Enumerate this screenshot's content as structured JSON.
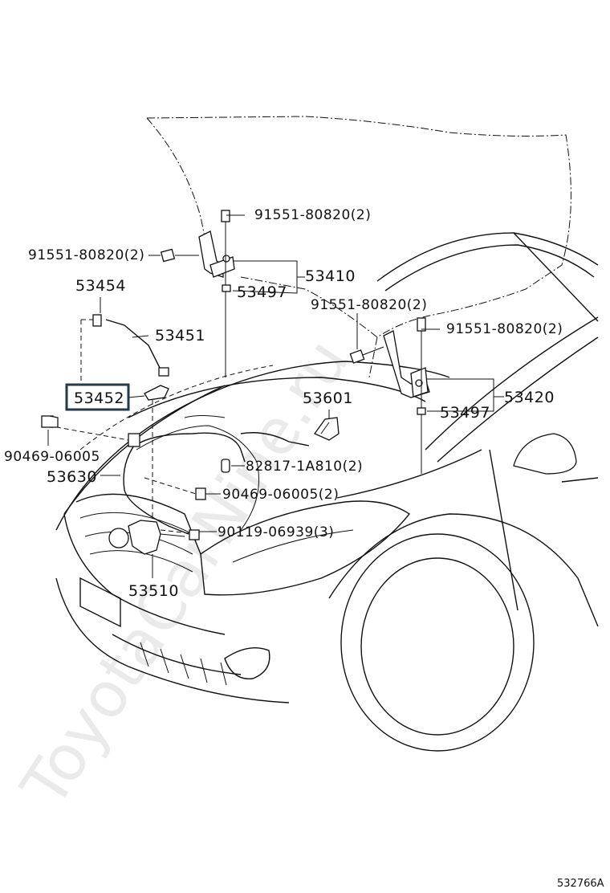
{
  "watermark": "ToyotaCarNine.ru",
  "diagram_id": "532766A",
  "highlighted_part": "53452",
  "labels": {
    "l_91551_top": "91551-80820(2)",
    "l_91551_left": "91551-80820(2)",
    "l_53454": "53454",
    "l_53410": "53410",
    "l_53497_a": "53497",
    "l_53451": "53451",
    "l_91551_mid": "91551-80820(2)",
    "l_91551_right": "91551-80820(2)",
    "l_53452": "53452",
    "l_53601": "53601",
    "l_53420": "53420",
    "l_53497_b": "53497",
    "l_90469_a": "90469-06005",
    "l_82817": "82817-1A810(2)",
    "l_53630": "53630",
    "l_90469_b": "90469-06005(2)",
    "l_90119": "90119-06939(3)",
    "l_53510": "53510"
  }
}
